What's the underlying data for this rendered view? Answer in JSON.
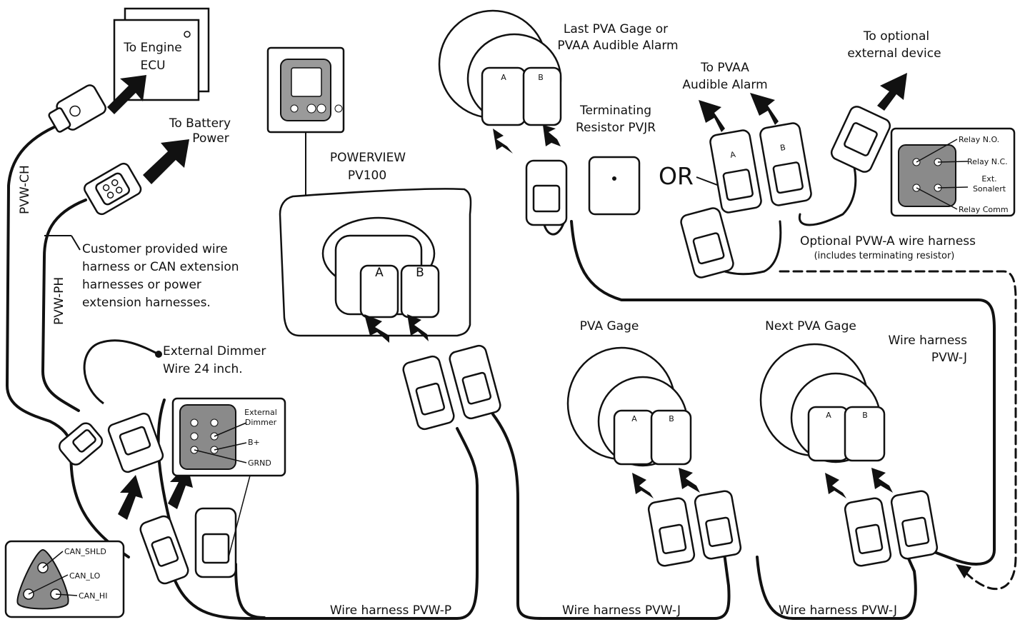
{
  "labels": {
    "to_engine_ecu_1": "To Engine",
    "to_engine_ecu_2": "ECU",
    "to_battery_1": "To Battery",
    "to_battery_2": "Power",
    "pvw_ch": "PVW-CH",
    "pvw_ph": "PVW-PH",
    "customer_1": "Customer provided wire",
    "customer_2": "harness or CAN extension",
    "customer_3": "harnesses or power",
    "customer_4": "extension harnesses.",
    "dimmer_1": "External Dimmer",
    "dimmer_2": "Wire 24 inch.",
    "powerview_1": "POWERVIEW",
    "powerview_2": "PV100",
    "last_pva_1": "Last PVA Gage or",
    "last_pva_2": "PVAA Audible Alarm",
    "terminating_1": "Terminating",
    "terminating_2": "Resistor PVJR",
    "or": "OR",
    "to_pvaa_1": "To PVAA",
    "to_pvaa_2": "Audible Alarm",
    "to_optional_1": "To optional",
    "to_optional_2": "external device",
    "optional_pvwa_1": "Optional PVW-A wire harness",
    "optional_pvwa_2": "(includes terminating resistor)",
    "pva_gage": "PVA Gage",
    "next_pva_gage": "Next PVA Gage",
    "wire_harness_pvwj_side_1": "Wire harness",
    "wire_harness_pvwj_side_2": "PVW-J",
    "wire_harness_pvwp": "Wire harness PVW-P",
    "wire_harness_pvwj_1": "Wire harness PVW-J",
    "wire_harness_pvwj_2": "Wire harness PVW-J",
    "connector_a": "A",
    "connector_b": "B"
  },
  "pinouts": {
    "power_connector": [
      "External Dimmer",
      "B+",
      "GRND"
    ],
    "power_connector_ext_1": "External",
    "power_connector_ext_2": "Dimmer",
    "can_connector": [
      "CAN_SHLD",
      "CAN_LO",
      "CAN_HI"
    ],
    "relay_connector": [
      "Relay N.O.",
      "Relay N.C.",
      "Ext.",
      "Sonalert",
      "Relay Comm"
    ]
  },
  "colors": {
    "line": "#111111",
    "fill_gray": "#8a8a8a",
    "background": "#ffffff"
  }
}
